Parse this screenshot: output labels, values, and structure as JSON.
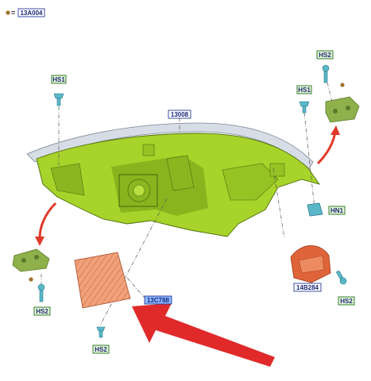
{
  "legend": {
    "marker_color": "#a0702a",
    "symbol": "=",
    "code": "13A004"
  },
  "callouts": [
    {
      "id": "lamp",
      "label": "13008",
      "style": "blue"
    },
    {
      "id": "hs1-left",
      "label": "HS1",
      "style": "green"
    },
    {
      "id": "hs1-right",
      "label": "HS1",
      "style": "green"
    },
    {
      "id": "hs2-top-right",
      "label": "HS2",
      "style": "green"
    },
    {
      "id": "hn1",
      "label": "HN1",
      "style": "green"
    },
    {
      "id": "bracket-right",
      "label": "14B284",
      "style": "blue"
    },
    {
      "id": "hs2-right",
      "label": "HS2",
      "style": "green"
    },
    {
      "id": "hs2-left",
      "label": "HS2",
      "style": "green"
    },
    {
      "id": "module",
      "label": "13C788",
      "style": "highlight"
    },
    {
      "id": "hs2-bottom",
      "label": "HS2",
      "style": "green"
    }
  ],
  "colors": {
    "housing": "#a8d32a",
    "housing_dark": "#6f9a12",
    "bracket": "#8fb04a",
    "module": "#f0a27a",
    "bracket_right": "#e0643a",
    "screw": "#5ab8c8",
    "arrow_small": "#e03a2a",
    "arrow_big": "#e02a2a"
  }
}
